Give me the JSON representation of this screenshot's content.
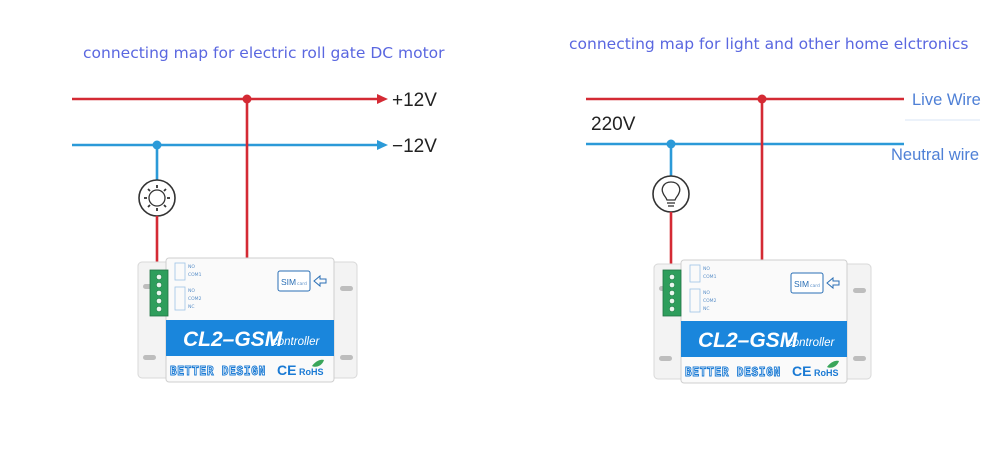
{
  "left_diagram": {
    "title": "connecting map for electric roll gate DC motor",
    "positive_label": "+12V",
    "negative_label": "−12V",
    "load_icon": "motor-icon"
  },
  "right_diagram": {
    "title": "connecting map for light and other home elctronics",
    "voltage_label": "220V",
    "live_label": "Live Wire",
    "neutral_label": "Neutral wire",
    "load_icon": "bulb-icon"
  },
  "controller": {
    "model": "CL2–GSM",
    "subtitle": "controller",
    "sim_label": "SIM",
    "sim_sub": "card",
    "relay1_labels": [
      "NO",
      "COM1"
    ],
    "relay2_labels": [
      "NO",
      "COM2",
      "NC"
    ],
    "brand_logo": "BETTER DESIGN",
    "ce_mark": "CE",
    "rohs_mark": "RoHS"
  },
  "colors": {
    "live_wire": "#d42a34",
    "neutral_wire": "#2b9ad8",
    "title_text": "#5a67e0",
    "wire_label_text": "#4f80d6",
    "controller_panel": "#1a86dc",
    "terminal_block": "#2e9e5c"
  }
}
